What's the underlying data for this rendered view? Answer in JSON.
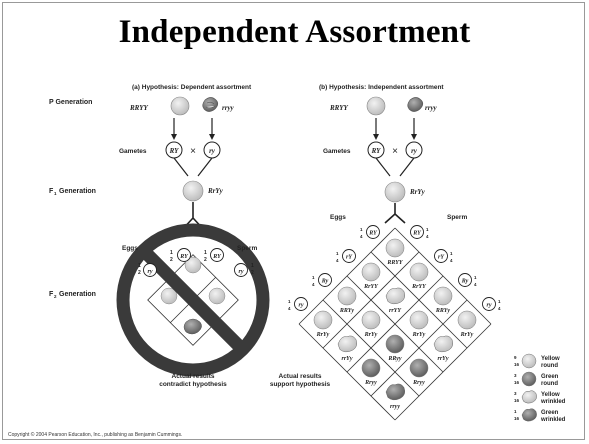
{
  "title": "Independent Assortment",
  "copyright": "Copyright © 2004 Pearson Education, Inc., publishing as Benjamin Cummings.",
  "rows": {
    "p_generation": "P Generation",
    "f1_generation": "F",
    "f1_sub": "1",
    "f2_generation": "F",
    "f2_sub": "2",
    "generation_word": "Generation"
  },
  "panel_a": {
    "header": "(a) Hypothesis: Dependent assortment",
    "parent1": "RRYY",
    "parent2": "rryy",
    "gametes_label": "Gametes",
    "gamete1": "RY",
    "gamete2": "ry",
    "cross": "×",
    "f1": "RrYy",
    "eggs": "Eggs",
    "sperm": "Sperm",
    "frac_num": "1",
    "frac_den": "2",
    "result": "Actual results contradict hypothesis",
    "result_line1": "Actual results",
    "result_line2": "contradict hypothesis"
  },
  "panel_b": {
    "header": "(b) Hypothesis: Independent assortment",
    "parent1": "RRYY",
    "parent2": "rryy",
    "gametes_label": "Gametes",
    "gamete1": "RY",
    "gamete2": "ry",
    "cross": "×",
    "f1": "RrYy",
    "eggs": "Eggs",
    "sperm": "Sperm",
    "frac_num": "1",
    "frac_den": "4",
    "gametes": [
      "RY",
      "rY",
      "Ry",
      "ry"
    ],
    "grid": [
      [
        "RRYY",
        "RrYY",
        "RRYy",
        "RrYy"
      ],
      [
        "RrYY",
        "rrYY",
        "RrYy",
        "rrYy"
      ],
      [
        "RRYy",
        "RrYy",
        "RRyy",
        "Rryy"
      ],
      [
        "RrYy",
        "rrYy",
        "Rryy",
        "rryy"
      ]
    ],
    "result_line1": "Actual results",
    "result_line2": "support hypothesis"
  },
  "legend": [
    {
      "num": "9",
      "den": "16",
      "line1": "Yellow",
      "line2": "round",
      "color": "#d4d4d4",
      "wrinkled": false
    },
    {
      "num": "3",
      "den": "16",
      "line1": "Green",
      "line2": "round",
      "color": "#8a8a8a",
      "wrinkled": false
    },
    {
      "num": "3",
      "den": "16",
      "line1": "Yellow",
      "line2": "wrinkled",
      "color": "#d4d4d4",
      "wrinkled": true
    },
    {
      "num": "1",
      "den": "16",
      "line1": "Green",
      "line2": "wrinkled",
      "color": "#8a8a8a",
      "wrinkled": true
    }
  ],
  "colors": {
    "yellow_seed": "#d4d4d4",
    "green_seed": "#8a8a8a",
    "no_symbol": "#3a3a3a"
  }
}
